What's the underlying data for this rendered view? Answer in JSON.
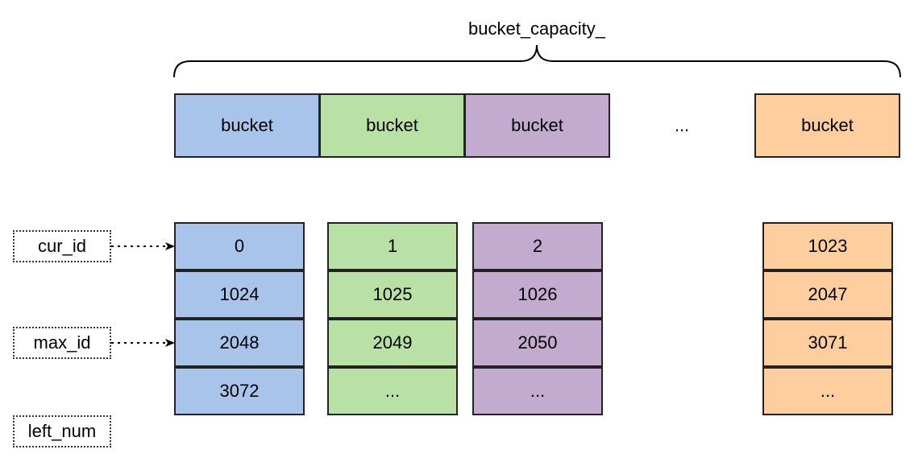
{
  "title": "bucket_capacity_",
  "colors": {
    "blue": "#a9c4eb",
    "green": "#b9e0a5",
    "purple": "#c3abd0",
    "orange": "#ffce9f"
  },
  "bucket_label": "bucket",
  "ellipsis": "...",
  "labels": {
    "cur_id": "cur_id",
    "max_id": "max_id",
    "left_num": "left_num"
  },
  "columns": [
    {
      "color": "blue",
      "cells": [
        "0",
        "1024",
        "2048",
        "3072"
      ]
    },
    {
      "color": "green",
      "cells": [
        "1",
        "1025",
        "2049",
        "..."
      ]
    },
    {
      "color": "purple",
      "cells": [
        "2",
        "1026",
        "2050",
        "..."
      ]
    },
    {
      "color": "orange",
      "cells": [
        "1023",
        "2047",
        "3071",
        "..."
      ]
    }
  ]
}
